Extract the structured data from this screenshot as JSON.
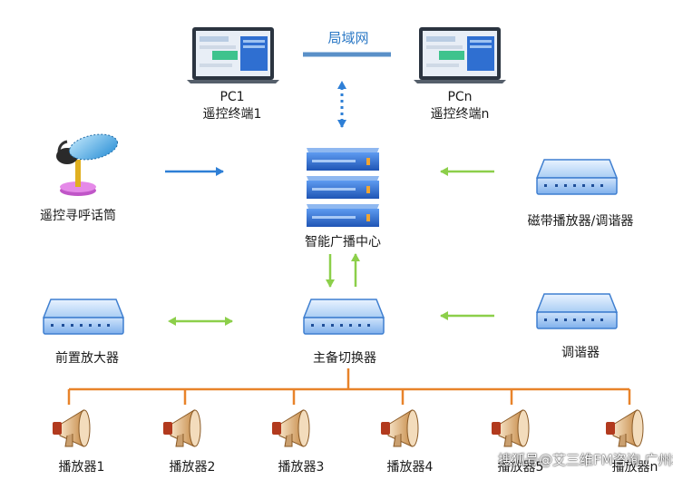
{
  "lan": {
    "label": "局域网"
  },
  "pc1": {
    "name": "PC1",
    "role": "遥控终端1"
  },
  "pcn": {
    "name": "PCn",
    "role": "遥控终端n"
  },
  "mic": {
    "label": "遥控寻呼话筒"
  },
  "center": {
    "label": "智能广播中心"
  },
  "tape": {
    "label": "磁带播放器/调谐器"
  },
  "preamp": {
    "label": "前置放大器"
  },
  "switcher": {
    "label": "主备切换器"
  },
  "tuner": {
    "label": "调谐器"
  },
  "speakers": [
    {
      "label": "播放器1"
    },
    {
      "label": "播放器2"
    },
    {
      "label": "播放器3"
    },
    {
      "label": "播放器4"
    },
    {
      "label": "播放器5"
    },
    {
      "label": "播放器n"
    }
  ],
  "watermark": {
    "text": "搜狐号@艾三维FM咨询   广州君和"
  },
  "colors": {
    "blue_arrow": "#2e7fd6",
    "green_arrow": "#8ccf4a",
    "orange_bus": "#e8832a",
    "device_blue": "#4a8fe0",
    "server_blue": "#2f6fd1"
  }
}
